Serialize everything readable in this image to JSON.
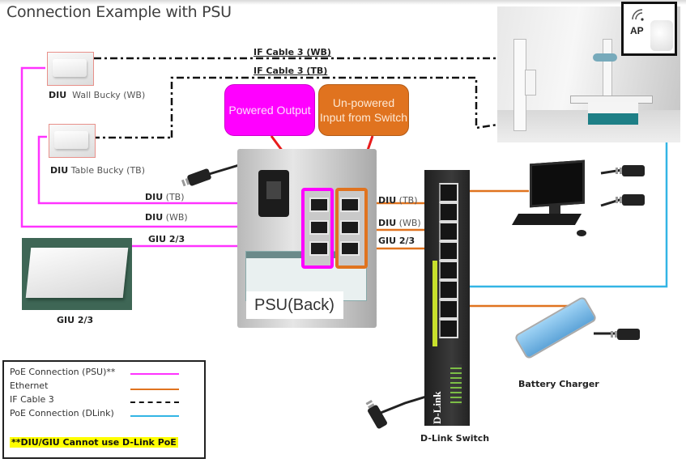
{
  "title": "Connection Example with PSU",
  "colors": {
    "poe_psu": "#ff33ff",
    "ethernet": "#e0731f",
    "if_cable": "#111111",
    "poe_dlink": "#33b5e5",
    "arrow": "#e81c1c",
    "note_highlight": "#ffff00"
  },
  "devices": {
    "diu_wb": {
      "prefix": "DIU",
      "label": "Wall Bucky (WB)"
    },
    "diu_tb": {
      "prefix": "DIU",
      "label": "Table Bucky (TB)"
    },
    "giu": {
      "label": "GIU 2/3"
    },
    "psu": {
      "label": "PSU(Back)"
    },
    "ap": {
      "label": "AP"
    },
    "battery_charger": {
      "label": "Battery Charger"
    },
    "switch": {
      "label": "D-Link Switch",
      "brand": "D-Link"
    }
  },
  "cables": {
    "if_wb": "IF Cable 3 (WB)",
    "if_tb": "IF Cable 3 (TB)"
  },
  "callouts": {
    "powered": "Powered Output",
    "unpowered": "Un-powered Input from Switch"
  },
  "psu_left_labels": [
    {
      "bold": "DIU",
      "light": "(TB)"
    },
    {
      "bold": "DIU",
      "light": "(WB)"
    },
    {
      "bold": "GIU 2/3",
      "light": ""
    }
  ],
  "psu_right_labels": [
    {
      "bold": "DIU",
      "light": "(TB)"
    },
    {
      "bold": "DIU",
      "light": "(WB)"
    },
    {
      "bold": "GIU 2/3",
      "light": ""
    }
  ],
  "legend": {
    "items": [
      {
        "label": "PoE Connection (PSU)**",
        "style": "poe_psu"
      },
      {
        "label": "Ethernet",
        "style": "ethernet"
      },
      {
        "label": "IF Cable 3",
        "style": "if_cable"
      },
      {
        "label": "PoE Connection (DLink)",
        "style": "poe_dlink"
      }
    ],
    "note": "**DIU/GIU Cannot use D-Link PoE"
  }
}
